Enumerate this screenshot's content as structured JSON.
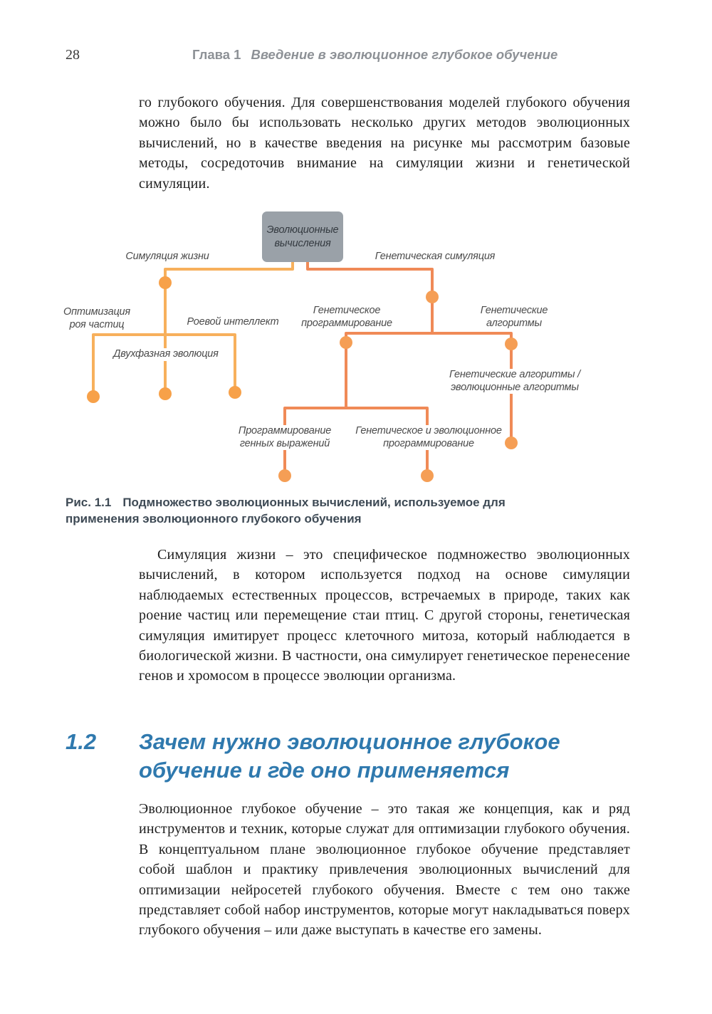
{
  "header": {
    "page_number": "28",
    "chapter_label": "Глава 1",
    "chapter_title": "Введение в эволюционное глубокое обучение"
  },
  "content": {
    "paragraph_top": "го глубокого обучения. Для совершенствования моделей глубокого обучения можно было бы использовать несколько других методов эволюционных вычислений, но в качестве введения на рисунке мы рассмотрим базовые методы, сосредоточив внимание на симуляции жизни и генетической симуляции.",
    "paragraph_after_figure": "Симуляция жизни – это специфическое подмножество эволюционных вычислений, в котором используется подход на основе симуляции наблюдаемых естественных процессов, встречаемых в природе, таких как роение частиц или перемещение стаи птиц. С другой стороны, генетическая симуляция имитирует процесс клеточного митоза, который наблюдается в биологической жизни. В частности, она симулирует генетическое перенесение генов и хромосом в процессе эволюции организма.",
    "paragraph_section": "Эволюционное глубокое обучение – это такая же концепция, как и ряд инструментов и техник, которые служат для оптимизации глубокого обучения. В концептуальном плане эволюционное глубокое обучение представляет собой шаблон и практику привлечения эволюционных вычислений для оптимизации нейросетей глубокого обучения. Вместе с тем оно также представляет собой набор инструментов, которые могут накладываться поверх глубокого обучения – или даже выступать в качестве его замены."
  },
  "figure": {
    "root_label": "Эволюционные\nвычисления",
    "branch_left_label": "Симуляция жизни",
    "branch_right_label": "Генетическая симуляция",
    "node_pso": "Оптимизация\nроя частиц",
    "node_swarm": "Роевой интеллект",
    "node_two_phase": "Двухфазная эволюция",
    "node_gp": "Генетическое\nпрограммирование",
    "node_ga": "Генетические\nалгоритмы",
    "node_ga_ea": "Генетические алгоритмы /\nэволюционные алгоритмы",
    "node_gep": "Программирование\nгенных выражений",
    "node_gevp": "Генетическое и эволюционное\nпрограммирование",
    "colors": {
      "left_line": "#f7b05c",
      "right_line": "#f08a57",
      "left_dot": "#f7a149",
      "right_dot": "#f59e55",
      "root_box_bg": "#9aa1a8"
    }
  },
  "caption": {
    "label": "Рис. 1.1",
    "text": "Подмножество эволюционных вычислений, используемое для применения эволюционного глубокого обучения"
  },
  "section_heading": {
    "number": "1.2",
    "title": "Зачем нужно эволюционное глубокое\nобучение и где оно применяется"
  }
}
